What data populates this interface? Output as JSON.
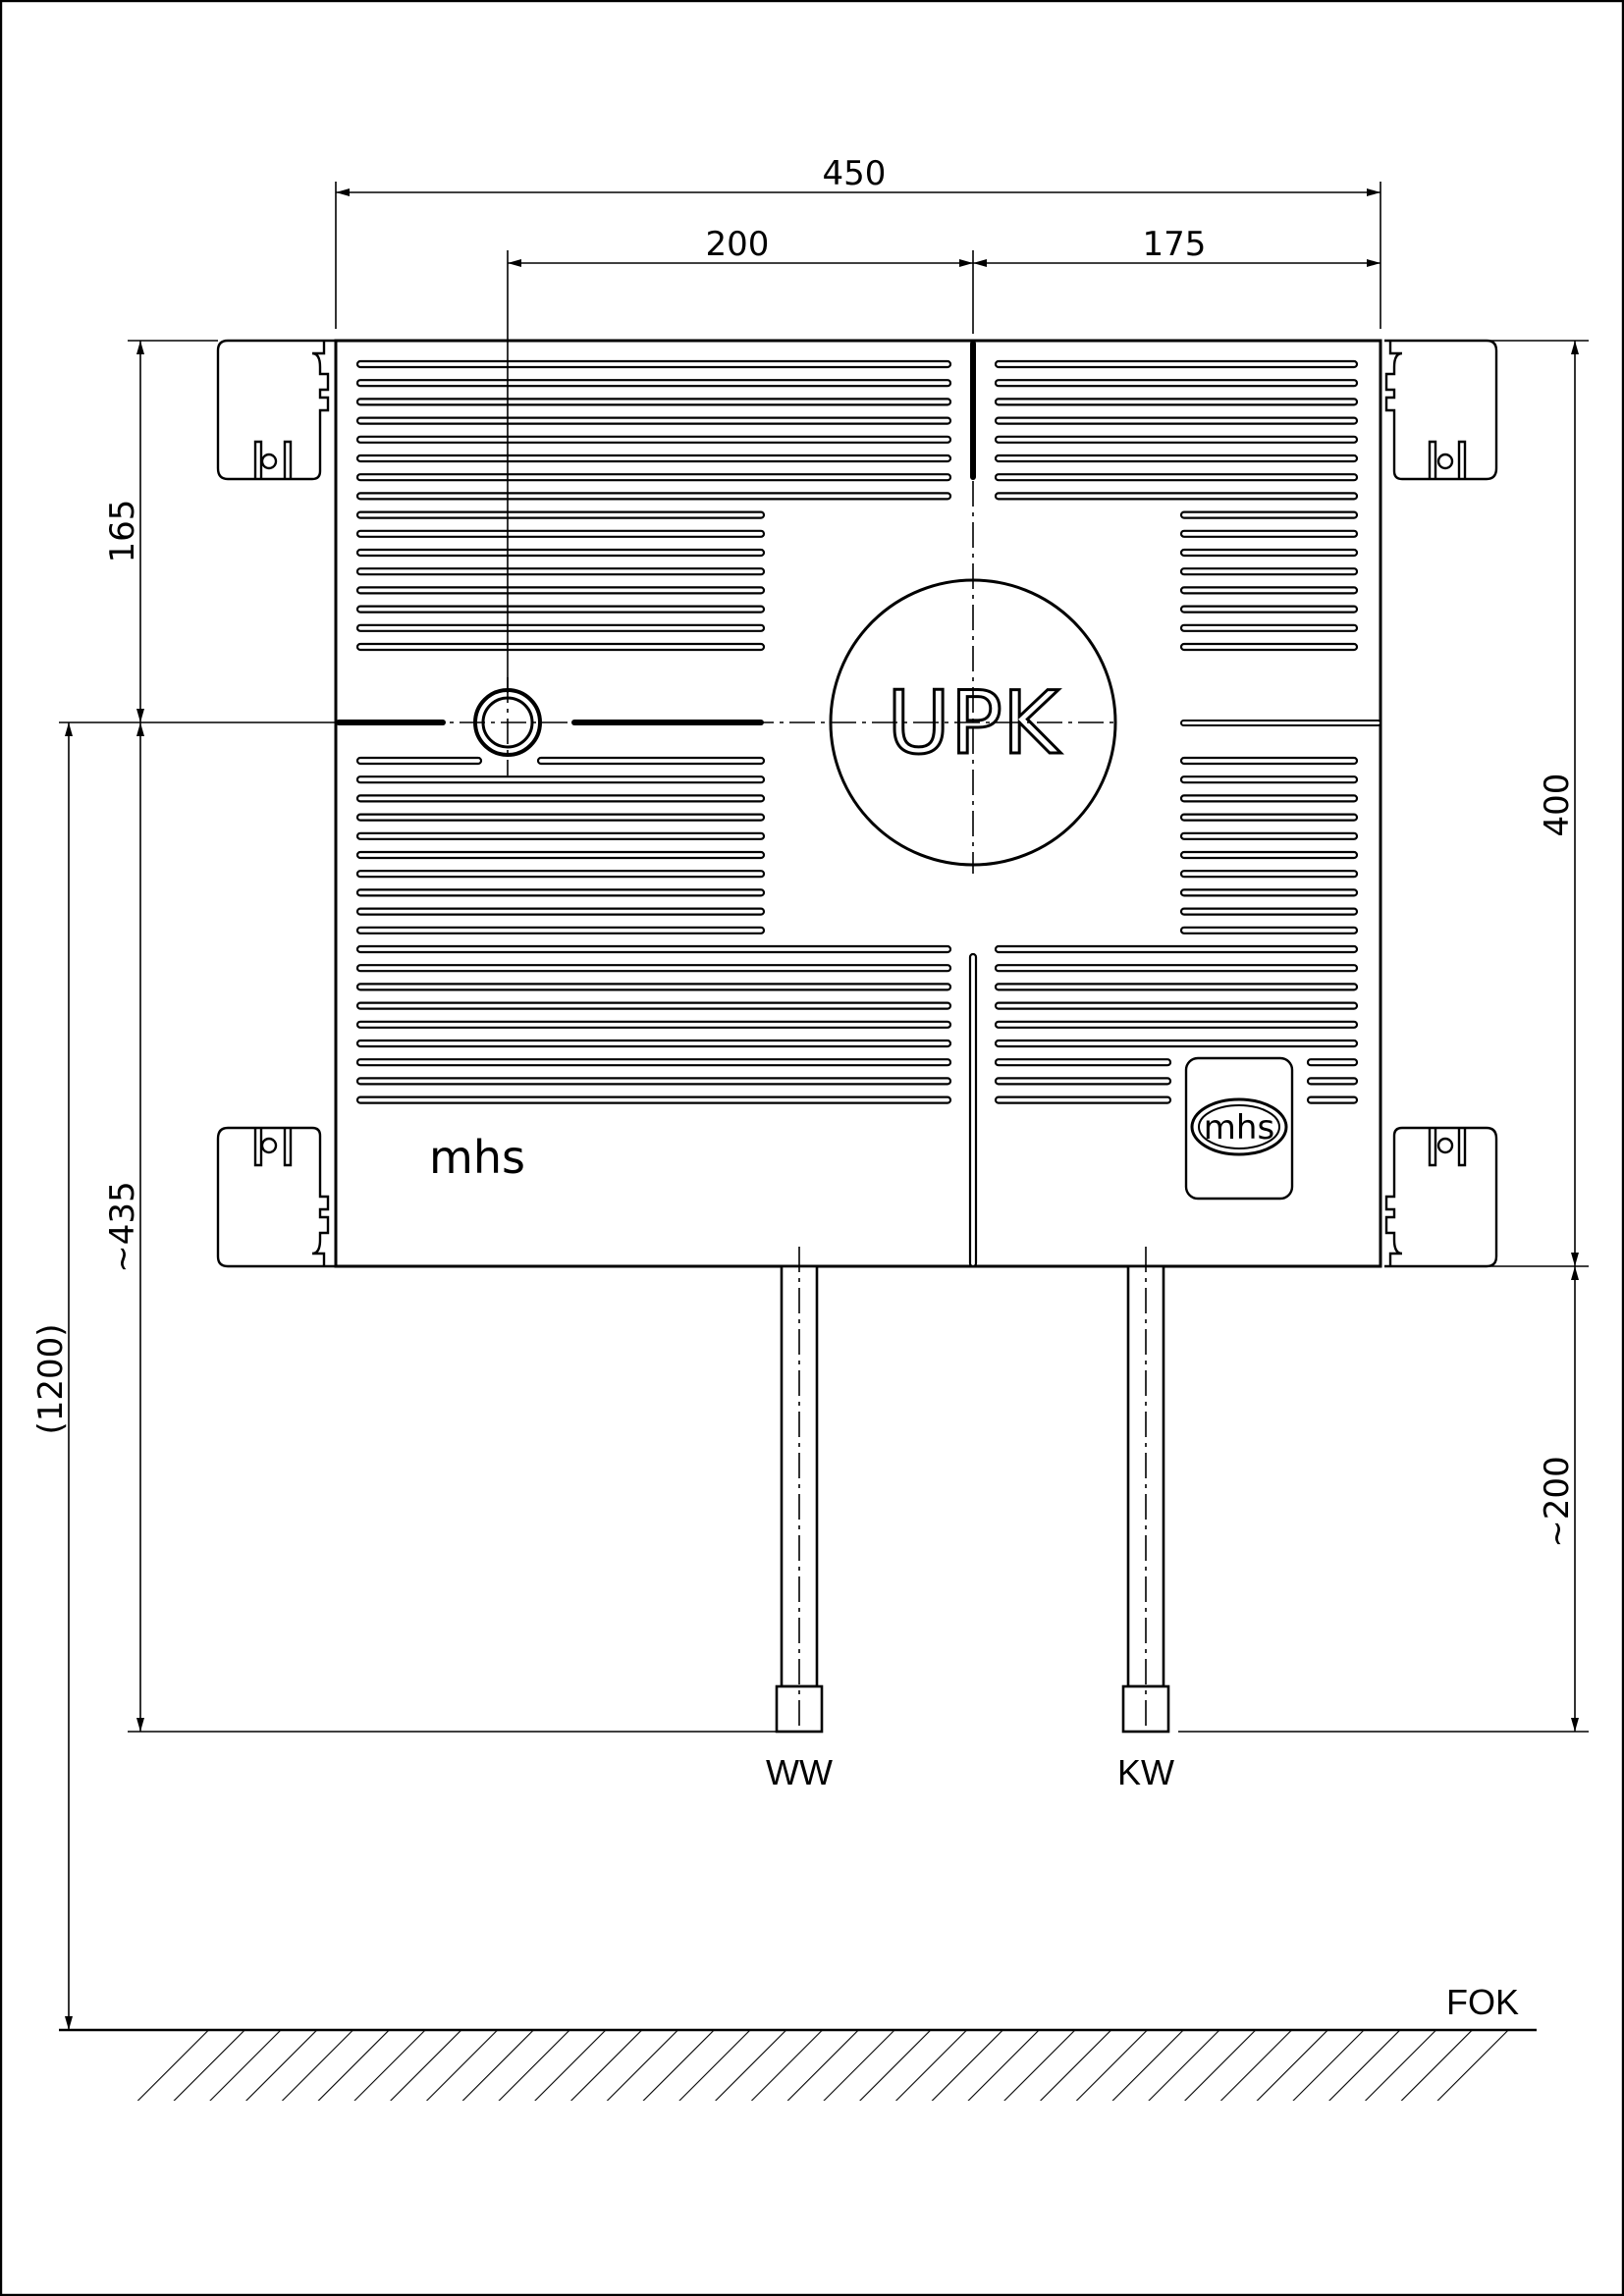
{
  "dimensions": {
    "overall_width": "450",
    "left_offset": "200",
    "right_offset": "175",
    "top_height": "165",
    "box_height": "400",
    "lower_height": "~435",
    "pipe_length": "~200",
    "install_height": "(1200)"
  },
  "labels": {
    "product": "UPK",
    "warm_water": "WW",
    "cold_water": "KW",
    "floor": "FOK",
    "logo_left": "mhs",
    "logo_right": "mhs"
  }
}
